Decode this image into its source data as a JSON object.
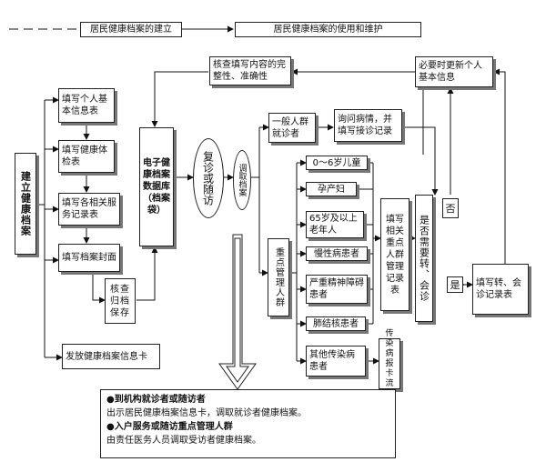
{
  "legend": {
    "establish_label": "居民健康档案的建立",
    "maintain_label": "居民健康档案的使用和维护"
  },
  "left_column": {
    "vertical_title": "建立健康档案",
    "step1": "填写个人基本信息表",
    "step2": "填写健康体检表",
    "step3": "填写各相关服务记录表",
    "step4": "填写档案封面",
    "verify_archive": "核查归档保存",
    "issue_card": "发放健康档案信息卡"
  },
  "database": {
    "label": "电子健康档案数据库（档案袋）"
  },
  "top_row": {
    "check_content": "核查填写内容的完整性、准确性",
    "update_basic_info": "必要时更新个人基本信息"
  },
  "middle": {
    "revisit": "复诊或随访",
    "retrieve": "调取档案"
  },
  "general_branch": {
    "general_visitor": "一般人群就诊者",
    "inquire": "询问病情，并填写接诊记录"
  },
  "key_branch": {
    "key_group": "重点管理人群",
    "children": "0～6岁儿童",
    "pregnant": "孕产妇",
    "elderly": "65岁及以上老年人",
    "chronic": "慢性病患者",
    "mental": "严重精神障碍患者",
    "tb": "肺结核患者",
    "other_infectious": "其他传染病患者",
    "key_records": "填写相关重点人群管理记录表",
    "infectious_report": "传染病报卡流程"
  },
  "decision": {
    "referral_question": "是否需要转、会诊",
    "no_label": "否",
    "yes_label": "是",
    "referral_record": "填写转、会诊记录表"
  },
  "note": {
    "bullet1_title": "●到机构就诊者或随访者",
    "bullet1_text": "出示居民健康档案信息卡，调取就诊者健康档案。",
    "bullet2_title": "●入户服务或随访重点管理人群",
    "bullet2_text": "由责任医务人员调取受访者健康档案。"
  },
  "colors": {
    "line": "#111111",
    "shadow": "#777777"
  }
}
